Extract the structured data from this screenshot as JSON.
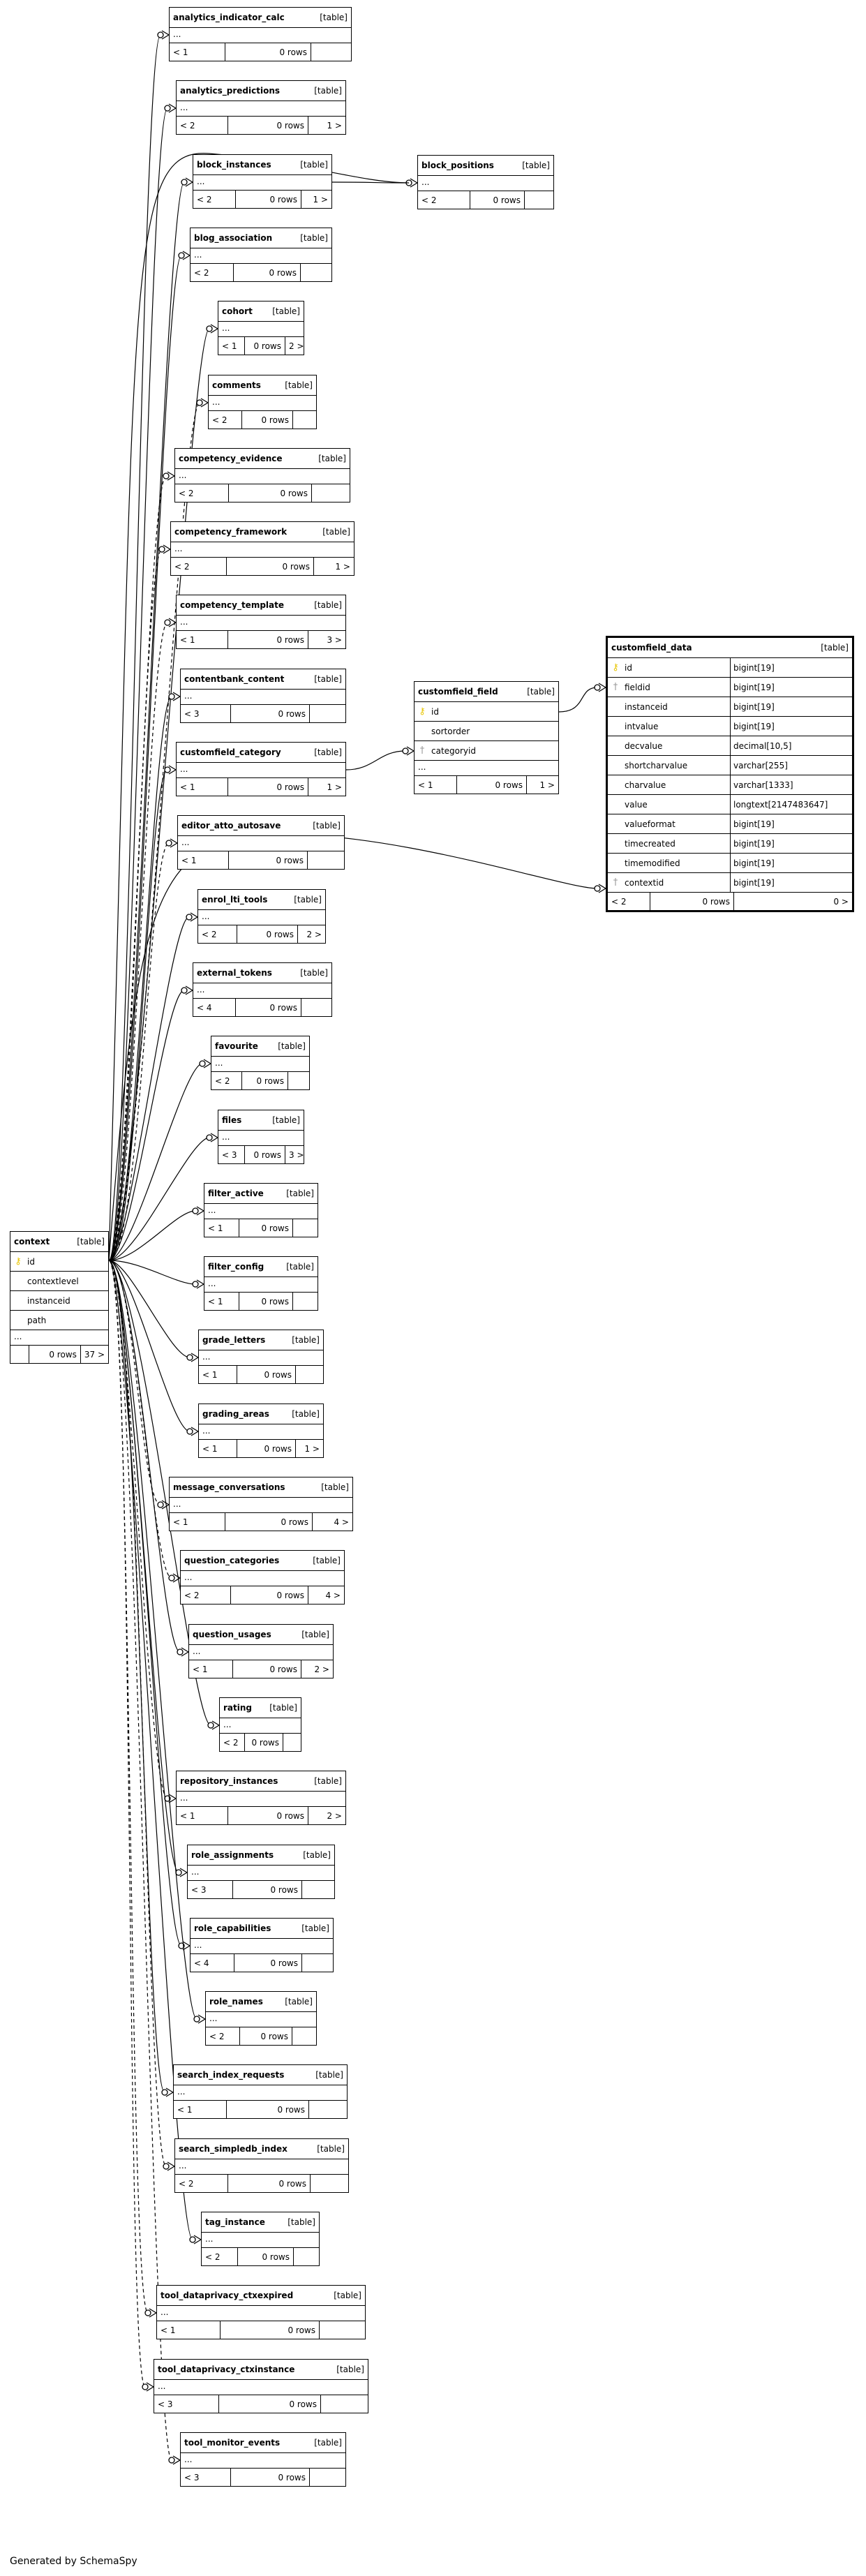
{
  "diagram": {
    "generator": "Generated by SchemaSpy",
    "tag": "[table]",
    "ellipsis": "...",
    "context": {
      "name": "context",
      "columns": [
        {
          "name": "id",
          "key": "pk"
        },
        {
          "name": "contextlevel",
          "key": ""
        },
        {
          "name": "instanceid",
          "key": ""
        },
        {
          "name": "path",
          "key": ""
        }
      ],
      "footer": [
        "",
        "0 rows",
        "37 >"
      ]
    },
    "customfield_field": {
      "name": "customfield_field",
      "columns": [
        {
          "name": "id",
          "key": "pk"
        },
        {
          "name": "sortorder",
          "key": ""
        },
        {
          "name": "categoryid",
          "key": "fk"
        }
      ],
      "footer": [
        "< 1",
        "0 rows",
        "1 >"
      ]
    },
    "customfield_data": {
      "name": "customfield_data",
      "columns": [
        {
          "name": "id",
          "type": "bigint[19]",
          "key": "pk"
        },
        {
          "name": "fieldid",
          "type": "bigint[19]",
          "key": "fk"
        },
        {
          "name": "instanceid",
          "type": "bigint[19]",
          "key": ""
        },
        {
          "name": "intvalue",
          "type": "bigint[19]",
          "key": ""
        },
        {
          "name": "decvalue",
          "type": "decimal[10,5]",
          "key": ""
        },
        {
          "name": "shortcharvalue",
          "type": "varchar[255]",
          "key": ""
        },
        {
          "name": "charvalue",
          "type": "varchar[1333]",
          "key": ""
        },
        {
          "name": "value",
          "type": "longtext[2147483647]",
          "key": ""
        },
        {
          "name": "valueformat",
          "type": "bigint[19]",
          "key": ""
        },
        {
          "name": "timecreated",
          "type": "bigint[19]",
          "key": ""
        },
        {
          "name": "timemodified",
          "type": "bigint[19]",
          "key": ""
        },
        {
          "name": "contextid",
          "type": "bigint[19]",
          "key": "fk"
        }
      ],
      "footer": [
        "< 2",
        "0 rows",
        "0 >"
      ]
    },
    "block_positions": {
      "name": "block_positions",
      "footer": [
        "< 2",
        "0 rows",
        ""
      ]
    },
    "tables": [
      {
        "name": "analytics_indicator_calc",
        "footer": [
          "< 1",
          "0 rows",
          ""
        ]
      },
      {
        "name": "analytics_predictions",
        "footer": [
          "< 2",
          "0 rows",
          "1 >"
        ]
      },
      {
        "name": "block_instances",
        "footer": [
          "< 2",
          "0 rows",
          "1 >"
        ]
      },
      {
        "name": "blog_association",
        "footer": [
          "< 2",
          "0 rows",
          ""
        ]
      },
      {
        "name": "cohort",
        "footer": [
          "< 1",
          "0 rows",
          "2 >"
        ]
      },
      {
        "name": "comments",
        "footer": [
          "< 2",
          "0 rows",
          ""
        ]
      },
      {
        "name": "competency_evidence",
        "footer": [
          "< 2",
          "0 rows",
          ""
        ]
      },
      {
        "name": "competency_framework",
        "footer": [
          "< 2",
          "0 rows",
          "1 >"
        ]
      },
      {
        "name": "competency_template",
        "footer": [
          "< 1",
          "0 rows",
          "3 >"
        ]
      },
      {
        "name": "contentbank_content",
        "footer": [
          "< 3",
          "0 rows",
          ""
        ]
      },
      {
        "name": "customfield_category",
        "footer": [
          "< 1",
          "0 rows",
          "1 >"
        ]
      },
      {
        "name": "editor_atto_autosave",
        "footer": [
          "< 1",
          "0 rows",
          ""
        ]
      },
      {
        "name": "enrol_lti_tools",
        "footer": [
          "< 2",
          "0 rows",
          "2 >"
        ]
      },
      {
        "name": "external_tokens",
        "footer": [
          "< 4",
          "0 rows",
          ""
        ]
      },
      {
        "name": "favourite",
        "footer": [
          "< 2",
          "0 rows",
          ""
        ]
      },
      {
        "name": "files",
        "footer": [
          "< 3",
          "0 rows",
          "3 >"
        ]
      },
      {
        "name": "filter_active",
        "footer": [
          "< 1",
          "0 rows",
          ""
        ]
      },
      {
        "name": "filter_config",
        "footer": [
          "< 1",
          "0 rows",
          ""
        ]
      },
      {
        "name": "grade_letters",
        "footer": [
          "< 1",
          "0 rows",
          ""
        ]
      },
      {
        "name": "grading_areas",
        "footer": [
          "< 1",
          "0 rows",
          "1 >"
        ]
      },
      {
        "name": "message_conversations",
        "footer": [
          "< 1",
          "0 rows",
          "4 >"
        ]
      },
      {
        "name": "question_categories",
        "footer": [
          "< 2",
          "0 rows",
          "4 >"
        ]
      },
      {
        "name": "question_usages",
        "footer": [
          "< 1",
          "0 rows",
          "2 >"
        ]
      },
      {
        "name": "rating",
        "footer": [
          "< 2",
          "0 rows",
          ""
        ]
      },
      {
        "name": "repository_instances",
        "footer": [
          "< 1",
          "0 rows",
          "2 >"
        ]
      },
      {
        "name": "role_assignments",
        "footer": [
          "< 3",
          "0 rows",
          ""
        ]
      },
      {
        "name": "role_capabilities",
        "footer": [
          "< 4",
          "0 rows",
          ""
        ]
      },
      {
        "name": "role_names",
        "footer": [
          "< 2",
          "0 rows",
          ""
        ]
      },
      {
        "name": "search_index_requests",
        "footer": [
          "< 1",
          "0 rows",
          ""
        ]
      },
      {
        "name": "search_simpledb_index",
        "footer": [
          "< 2",
          "0 rows",
          ""
        ]
      },
      {
        "name": "tag_instance",
        "footer": [
          "< 2",
          "0 rows",
          ""
        ]
      },
      {
        "name": "tool_dataprivacy_ctxexpired",
        "footer": [
          "< 1",
          "0 rows",
          ""
        ]
      },
      {
        "name": "tool_dataprivacy_ctxinstance",
        "footer": [
          "< 3",
          "0 rows",
          ""
        ]
      },
      {
        "name": "tool_monitor_events",
        "footer": [
          "< 3",
          "0 rows",
          ""
        ]
      }
    ],
    "dashed_relations": [
      "comments",
      "competency_evidence",
      "competency_framework",
      "competency_template",
      "editor_atto_autosave",
      "message_conversations",
      "question_categories",
      "repository_instances",
      "search_simpledb_index",
      "tool_dataprivacy_ctxexpired",
      "tool_dataprivacy_ctxinstance",
      "tool_monitor_events"
    ]
  }
}
